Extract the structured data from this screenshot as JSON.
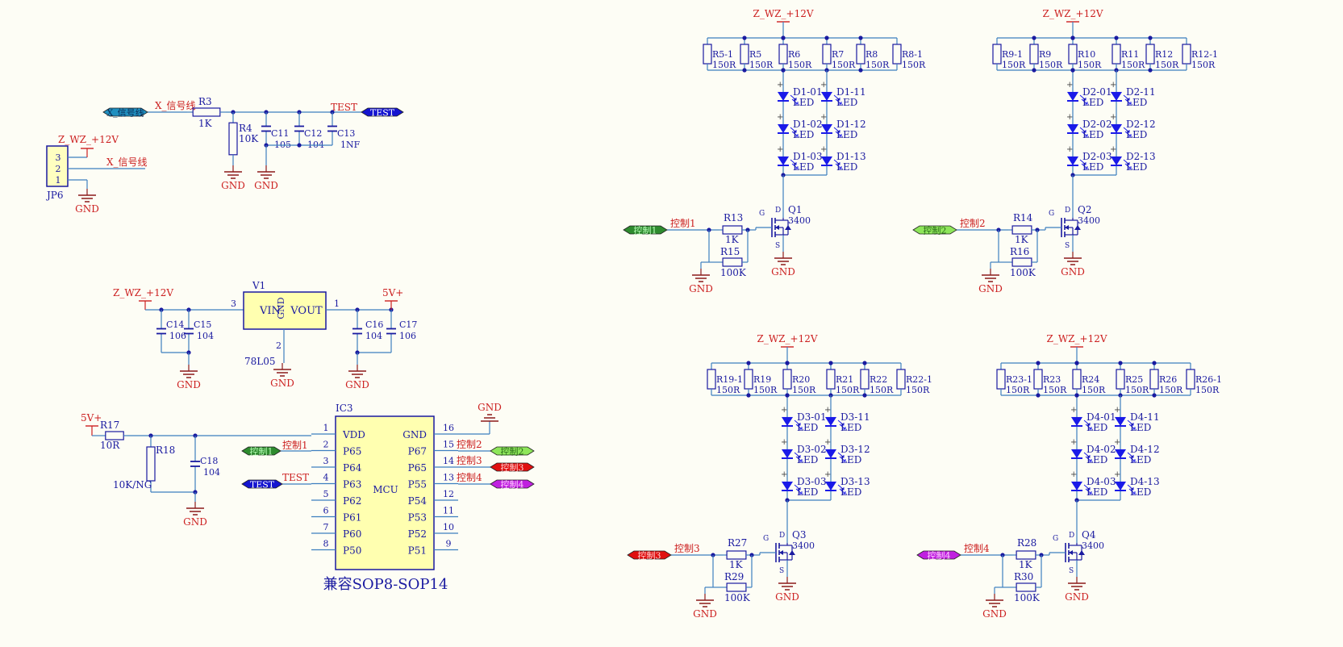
{
  "colors": {
    "wire": "#3d7fbf",
    "comp": "#1a1aa0",
    "netlabel": "#cc2020",
    "gnd": "#8b1a1a",
    "ic_fill": "#ffffb0",
    "jp_fill": "#ffffc0",
    "led": "#1a1ae8",
    "flag_x": "#1f8fbf",
    "flag_test": "#1414d0",
    "flag_c1": "#2e8b2e",
    "flag_c2": "#8ee65a",
    "flag_c3": "#e01010",
    "flag_c4": "#c020e0"
  },
  "nets": {
    "vcc": "Z_WZ_+12V",
    "gnd": "GND",
    "test": "TEST",
    "x_signal": "X_信号线",
    "v5": "5V+",
    "ctrl1": "控制1",
    "ctrl2": "控制2",
    "ctrl3": "控制3",
    "ctrl4": "控制4"
  },
  "input_section": {
    "x_flag": "X_信号线",
    "test_flag": "TEST",
    "r3": {
      "ref": "R3",
      "value": "1K"
    },
    "r4": {
      "ref": "R4",
      "value": "10K"
    },
    "caps": [
      {
        "ref": "C11",
        "value": "105"
      },
      {
        "ref": "C12",
        "value": "104"
      },
      {
        "ref": "C13",
        "value": "1NF"
      }
    ],
    "jp6": {
      "ref": "JP6",
      "pins": [
        "3",
        "2",
        "1"
      ]
    }
  },
  "regulator": {
    "ref": "V1",
    "part": "78L05",
    "vin": "VIN",
    "vout": "VOUT",
    "gnd_pin": "GND",
    "pin_in": "3",
    "pin_out": "1",
    "pin_gnd": "2",
    "c14": {
      "ref": "C14",
      "value": "106"
    },
    "c15": {
      "ref": "C15",
      "value": "104"
    },
    "c16": {
      "ref": "C16",
      "value": "104"
    },
    "c17": {
      "ref": "C17",
      "value": "106"
    }
  },
  "mcu": {
    "ref": "IC3",
    "name": "MCU",
    "caption": "兼容SOP8-SOP14",
    "left_pins": [
      {
        "num": "1",
        "name": "VDD"
      },
      {
        "num": "2",
        "name": "P65"
      },
      {
        "num": "3",
        "name": "P64"
      },
      {
        "num": "4",
        "name": "P63"
      },
      {
        "num": "5",
        "name": "P62"
      },
      {
        "num": "6",
        "name": "P61"
      },
      {
        "num": "7",
        "name": "P60"
      },
      {
        "num": "8",
        "name": "P50"
      }
    ],
    "right_pins": [
      {
        "num": "16",
        "name": "GND"
      },
      {
        "num": "15",
        "name": "P67"
      },
      {
        "num": "14",
        "name": "P65"
      },
      {
        "num": "13",
        "name": "P55"
      },
      {
        "num": "12",
        "name": "P54"
      },
      {
        "num": "11",
        "name": "P53"
      },
      {
        "num": "10",
        "name": "P52"
      },
      {
        "num": "9",
        "name": "P51"
      }
    ],
    "r17": {
      "ref": "R17",
      "value": "10R"
    },
    "r18": {
      "ref": "R18",
      "value": "10K/NG"
    },
    "c18": {
      "ref": "C18",
      "value": "104"
    }
  },
  "led_blocks": [
    {
      "resistors": [
        "R5-1",
        "R5",
        "R6",
        "R7",
        "R8",
        "R8-1"
      ],
      "res_value": "150R",
      "leds": [
        "D1-01",
        "D1-02",
        "D1-03",
        "D1-11",
        "D1-12",
        "D1-13"
      ],
      "led_value": "LED",
      "ctrl": "控制1",
      "gate_r": {
        "ref": "R13",
        "value": "1K"
      },
      "pull_r": {
        "ref": "R15",
        "value": "100K"
      },
      "mosfet": {
        "ref": "Q1",
        "value": "3400"
      }
    },
    {
      "resistors": [
        "R9-1",
        "R9",
        "R10",
        "R11",
        "R12",
        "R12-1"
      ],
      "res_value": "150R",
      "leds": [
        "D2-01",
        "D2-02",
        "D2-03",
        "D2-11",
        "D2-12",
        "D2-13"
      ],
      "led_value": "LED",
      "ctrl": "控制2",
      "gate_r": {
        "ref": "R14",
        "value": "1K"
      },
      "pull_r": {
        "ref": "R16",
        "value": "100K"
      },
      "mosfet": {
        "ref": "Q2",
        "value": "3400"
      }
    },
    {
      "resistors": [
        "R19-1",
        "R19",
        "R20",
        "R21",
        "R22",
        "R22-1"
      ],
      "res_value": "150R",
      "leds": [
        "D3-01",
        "D3-02",
        "D3-03",
        "D3-11",
        "D3-12",
        "D3-13"
      ],
      "led_value": "LED",
      "ctrl": "控制3",
      "gate_r": {
        "ref": "R27",
        "value": "1K"
      },
      "pull_r": {
        "ref": "R29",
        "value": "100K"
      },
      "mosfet": {
        "ref": "Q3",
        "value": "3400"
      }
    },
    {
      "resistors": [
        "R23-1",
        "R23",
        "R24",
        "R25",
        "R26",
        "R26-1"
      ],
      "res_value": "150R",
      "leds": [
        "D4-01",
        "D4-02",
        "D4-03",
        "D4-11",
        "D4-12",
        "D4-13"
      ],
      "led_value": "LED",
      "ctrl": "控制4",
      "gate_r": {
        "ref": "R28",
        "value": "1K"
      },
      "pull_r": {
        "ref": "R30",
        "value": "100K"
      },
      "mosfet": {
        "ref": "Q4",
        "value": "3400"
      }
    }
  ]
}
